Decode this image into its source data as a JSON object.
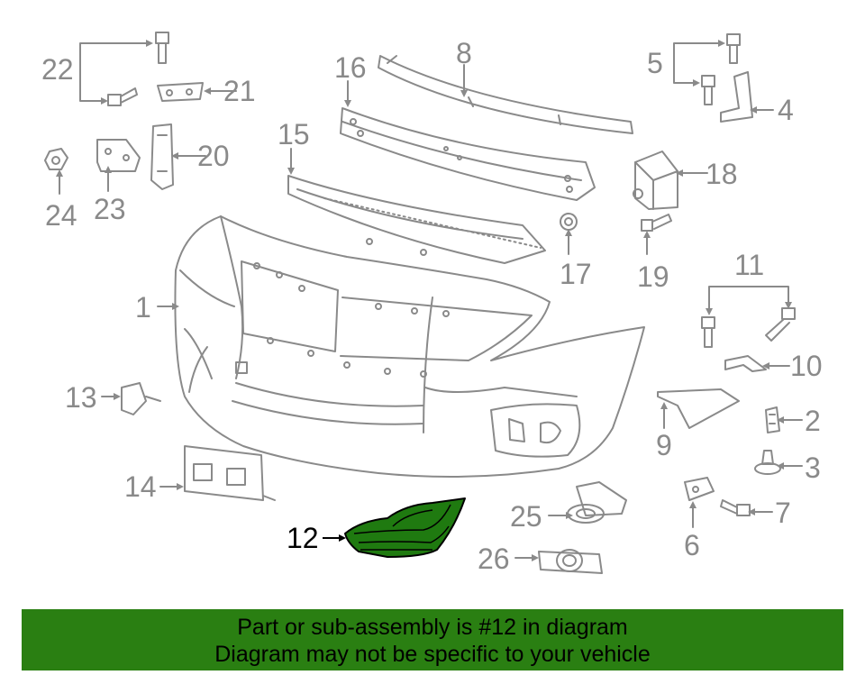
{
  "diagram": {
    "callouts": {
      "c1": "1",
      "c2": "2",
      "c3": "3",
      "c4": "4",
      "c5": "5",
      "c6": "6",
      "c7": "7",
      "c8": "8",
      "c9": "9",
      "c10": "10",
      "c11": "11",
      "c12": "12",
      "c13": "13",
      "c14": "14",
      "c15": "15",
      "c16": "16",
      "c17": "17",
      "c18": "18",
      "c19": "19",
      "c20": "20",
      "c21": "21",
      "c22": "22",
      "c23": "23",
      "c24": "24",
      "c25": "25",
      "c26": "26"
    },
    "highlight_part": "12",
    "colors": {
      "line": "#8a8a8a",
      "highlight_fill": "#1f7a10",
      "highlight_line": "#000000"
    }
  },
  "footer": {
    "line1": "Part or sub-assembly is #12 in diagram",
    "line2": "Diagram may not be specific to your vehicle",
    "background": "#2a7f12"
  }
}
